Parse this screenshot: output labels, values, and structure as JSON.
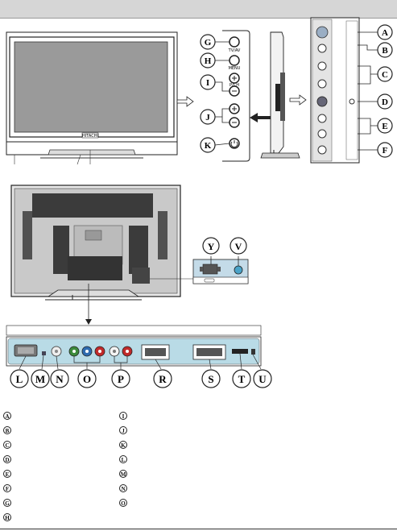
{
  "header": {
    "bar_color": "#d6d6d6"
  },
  "front_view": {
    "brand": "HITACHI"
  },
  "side_panel": {
    "buttons": [
      {
        "letter": "G",
        "label": "TV/AV"
      },
      {
        "letter": "H",
        "label": "MENU"
      },
      {
        "letter": "I",
        "label": "P/CH"
      },
      {
        "letter": "J",
        "label": ""
      },
      {
        "letter": "K",
        "label": ""
      }
    ]
  },
  "side_connectors": {
    "labels": [
      "A",
      "B",
      "C",
      "D",
      "E",
      "F"
    ]
  },
  "back_detail": {
    "labels": [
      "Y",
      "V"
    ]
  },
  "rear_connectors": {
    "labels": [
      "L",
      "M",
      "N",
      "O",
      "P",
      "R",
      "S",
      "T",
      "U"
    ]
  },
  "legend": {
    "left": [
      "A",
      "B",
      "C",
      "D",
      "E",
      "F",
      "G",
      "H"
    ],
    "right": [
      "I",
      "J",
      "K",
      "L",
      "M",
      "N",
      "O"
    ]
  }
}
